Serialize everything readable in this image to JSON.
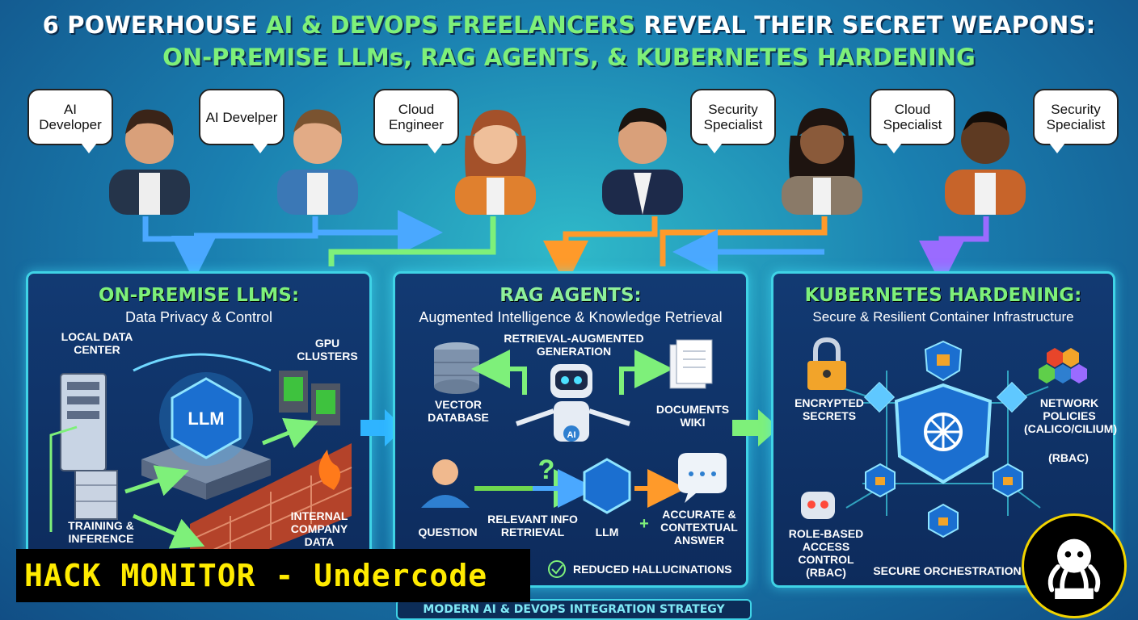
{
  "title": {
    "line1_prefix": "6 POWERHOUSE ",
    "line1_accent": "AI & DEVOPS FREELANCERS",
    "line1_suffix": " REVEAL THEIR SECRET WEAPONS:",
    "line2": "ON-PREMISE LLMs, RAG AGENTS, & KUBERNETES HARDENING"
  },
  "people": [
    {
      "label": "AI Developer"
    },
    {
      "label": "AI Develper"
    },
    {
      "label": "Cloud Engineer"
    },
    {
      "label": "Security Specialist"
    },
    {
      "label": "Cloud Specialist"
    },
    {
      "label": "Security Specialist"
    }
  ],
  "panels": {
    "llm": {
      "title": "ON-PREMISE LLMS:",
      "subtitle": "Data Privacy & Control",
      "center": "LLM",
      "labels": {
        "datacenter": "LOCAL DATA CENTER",
        "gpu": "GPU CLUSTERS",
        "training": "TRAINING & INFERENCE",
        "internal": "INTERNAL COMPANY DATA"
      }
    },
    "rag": {
      "title": "RAG AGENTS:",
      "subtitle": "Augmented Intelligence & Knowledge Retrieval",
      "labels": {
        "rag": "RETRIEVAL-AUGMENTED GENERATION",
        "vector": "VECTOR DATABASE",
        "documents": "DOCUMENTS WIKI",
        "question": "QUESTION",
        "relevant": "RELEVANT INFO RETRIEVAL",
        "llm": "LLM",
        "answer": "ACCURATE & CONTEXTUAL ANSWER",
        "reduced": "REDUCED HALLUCINATIONS",
        "robot": "AI",
        "question_mark": "?",
        "plus": "+"
      }
    },
    "k8s": {
      "title": "KUBERNETES HARDENING:",
      "subtitle": "Secure & Resilient Container Infrastructure",
      "labels": {
        "secrets": "ENCRYPTED SECRETS",
        "network": "NETWORK POLICIES (CALICO/CILIUM)",
        "rbac_right": "(RBAC)",
        "rbac": "ROLE-BASED ACCESS CONTROL (RBAC)",
        "orchestration": "SECURE ORCHESTRATION"
      }
    }
  },
  "footer": "MODERN AI & DEVOPS INTEGRATION STRATEGY",
  "watermark": "HACK MONITOR - Undercode",
  "colors": {
    "accent_green": "#7ef07a",
    "panel_border": "#3fd3e6",
    "watermark_yellow": "#ffeb00"
  }
}
